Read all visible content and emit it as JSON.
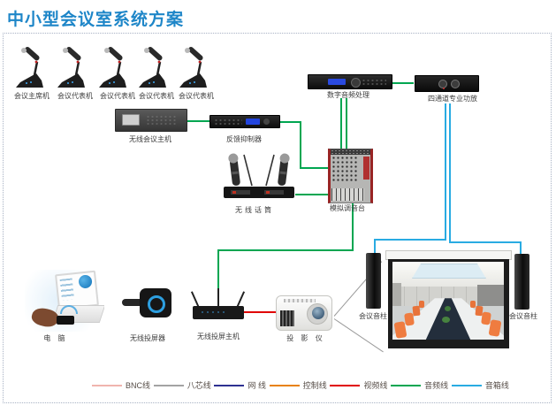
{
  "title": "中小型会议室系统方案",
  "colors": {
    "title": "#1e86c8",
    "audio_line": "#00a651",
    "speaker_line": "#29abe2",
    "video_line": "#e00000",
    "beam": "#9a9a9a"
  },
  "mics": {
    "items": [
      {
        "label": "会议主席机"
      },
      {
        "label": "会议代表机"
      },
      {
        "label": "会议代表机"
      },
      {
        "label": "会议代表机"
      },
      {
        "label": "会议代表机"
      }
    ]
  },
  "devices": {
    "wireless_conf_host": "无线会议主机",
    "feedback_suppressor": "反馈抑制器",
    "digital_audio_processor": "数字音频处理",
    "four_channel_amp": "四通道专业功放",
    "analog_mixer": "模拟调音台",
    "wireless_mic": "无线话筒",
    "computer": "电 脑",
    "wireless_dongle": "无线投屏器",
    "wireless_cast_host": "无线投屏主机",
    "projector": "投 影 仪",
    "speaker_left": "会议音柱",
    "speaker_right": "会议音柱"
  },
  "legend": {
    "items": [
      {
        "label": "BNC线",
        "color": "#f0b4ae"
      },
      {
        "label": "八芯线",
        "color": "#a3a3a3"
      },
      {
        "label": "网 线",
        "color": "#2e3192"
      },
      {
        "label": "控制线",
        "color": "#e8820c"
      },
      {
        "label": "视频线",
        "color": "#e00000"
      },
      {
        "label": "音频线",
        "color": "#00a651"
      },
      {
        "label": "音箱线",
        "color": "#29abe2"
      }
    ]
  }
}
